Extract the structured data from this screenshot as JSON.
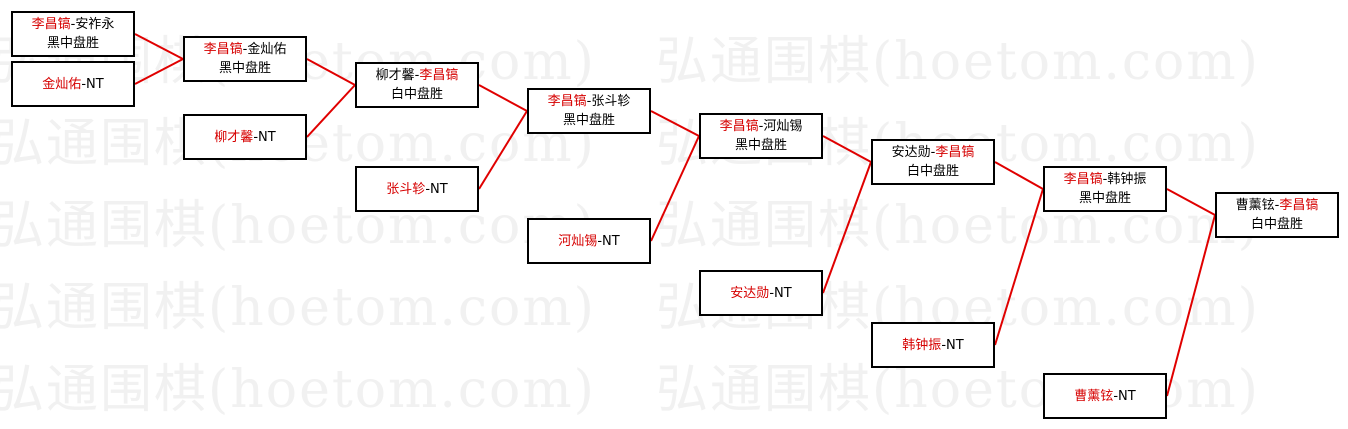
{
  "watermark": "弘通围棋(hoetom.com)",
  "line_color": "#e00000",
  "highlight_color": "#d60000",
  "games": [
    {
      "id": "g1",
      "p1": "李昌镐",
      "sep": "-",
      "p2": "安祚永",
      "hl": 1,
      "result": "黑中盘胜"
    },
    {
      "id": "g2",
      "p1": "金灿佑",
      "sep": "-",
      "p2": "NT",
      "hl": 1,
      "result": ""
    },
    {
      "id": "g3",
      "p1": "李昌镐",
      "sep": "-",
      "p2": "金灿佑",
      "hl": 1,
      "result": "黑中盘胜"
    },
    {
      "id": "g4",
      "p1": "柳才馨",
      "sep": "-",
      "p2": "NT",
      "hl": 1,
      "result": ""
    },
    {
      "id": "g5",
      "p1": "柳才馨",
      "sep": "-",
      "p2": "李昌镐",
      "hl": 2,
      "result": "白中盘胜"
    },
    {
      "id": "g6",
      "p1": "张斗轸",
      "sep": "-",
      "p2": "NT",
      "hl": 1,
      "result": ""
    },
    {
      "id": "g7",
      "p1": "李昌镐",
      "sep": "-",
      "p2": "张斗轸",
      "hl": 1,
      "result": "黑中盘胜"
    },
    {
      "id": "g8",
      "p1": "河灿锡",
      "sep": "-",
      "p2": "NT",
      "hl": 1,
      "result": ""
    },
    {
      "id": "g9",
      "p1": "李昌镐",
      "sep": "-",
      "p2": "河灿锡",
      "hl": 1,
      "result": "黑中盘胜"
    },
    {
      "id": "g10",
      "p1": "安达勋",
      "sep": "-",
      "p2": "NT",
      "hl": 1,
      "result": ""
    },
    {
      "id": "g11",
      "p1": "安达勋",
      "sep": "-",
      "p2": "李昌镐",
      "hl": 2,
      "result": "白中盘胜"
    },
    {
      "id": "g12",
      "p1": "韩钟振",
      "sep": "-",
      "p2": "NT",
      "hl": 1,
      "result": ""
    },
    {
      "id": "g13",
      "p1": "李昌镐",
      "sep": "-",
      "p2": "韩钟振",
      "hl": 1,
      "result": "黑中盘胜"
    },
    {
      "id": "g14",
      "p1": "曹薰铉",
      "sep": "-",
      "p2": "NT",
      "hl": 1,
      "result": ""
    },
    {
      "id": "g15",
      "p1": "曹薰铉",
      "sep": "-",
      "p2": "李昌镐",
      "hl": 2,
      "result": "白中盘胜"
    }
  ],
  "links": [
    {
      "from": "g1",
      "to": "g3"
    },
    {
      "from": "g2",
      "to": "g3"
    },
    {
      "from": "g3",
      "to": "g5"
    },
    {
      "from": "g4",
      "to": "g5"
    },
    {
      "from": "g5",
      "to": "g7"
    },
    {
      "from": "g6",
      "to": "g7"
    },
    {
      "from": "g7",
      "to": "g9"
    },
    {
      "from": "g8",
      "to": "g9"
    },
    {
      "from": "g9",
      "to": "g11"
    },
    {
      "from": "g10",
      "to": "g11"
    },
    {
      "from": "g11",
      "to": "g13"
    },
    {
      "from": "g12",
      "to": "g13"
    },
    {
      "from": "g13",
      "to": "g15"
    },
    {
      "from": "g14",
      "to": "g15"
    }
  ]
}
